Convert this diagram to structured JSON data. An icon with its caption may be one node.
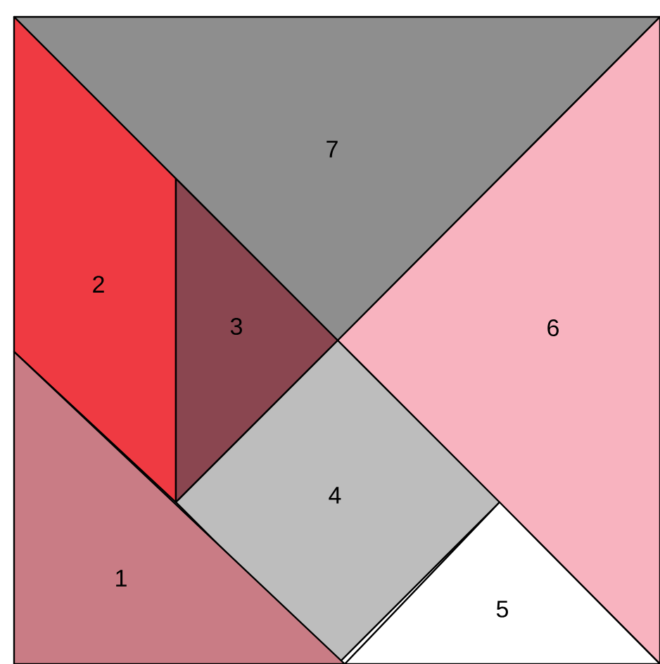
{
  "diagram": {
    "nodes": [
      {
        "text": [
          "7"
        ]
      },
      {
        "text": [
          "2"
        ]
      },
      {
        "text": [
          "3"
        ]
      },
      {
        "text": [
          "6"
        ]
      },
      {
        "text": [
          "4"
        ]
      },
      {
        "text": [
          "1"
        ]
      },
      {
        "text": [
          "5"
        ]
      }
    ]
  }
}
